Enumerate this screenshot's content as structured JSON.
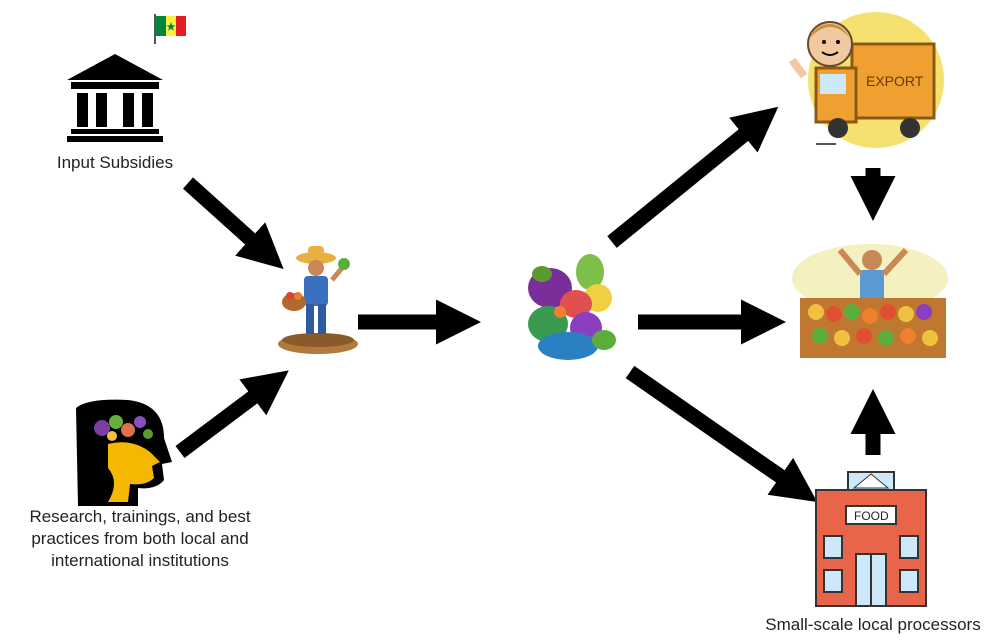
{
  "labels": {
    "input_subsidies": "Input Subsidies",
    "research_line1": "Research, trainings, and best",
    "research_line2": "practices from both local and",
    "research_line3": "international institutions",
    "processors": "Small-scale local processors",
    "flag_note": "",
    "truck_text": "EXPORT",
    "food_sign": "FOOD"
  },
  "icons": {
    "government": "government-building-icon",
    "flag": "senegal-flag-icon",
    "knowledge": "head-knowledge-icon",
    "farmer": "farmer-icon",
    "produce": "vegetables-icon",
    "export": "export-truck-icon",
    "market": "market-vendor-icon",
    "factory": "food-factory-icon"
  },
  "colors": {
    "arrow": "#000000",
    "flag_green": "#00853F",
    "flag_yellow": "#FDEF42",
    "flag_red": "#E31B23",
    "truck": "#F0A030",
    "building": "#E8654A"
  }
}
